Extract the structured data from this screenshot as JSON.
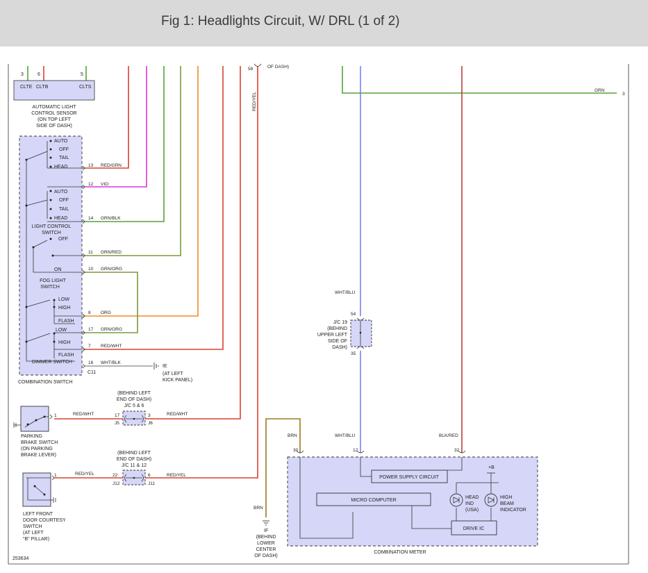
{
  "header": {
    "title": "Fig 1: Headlights Circuit, W/ DRL (1 of 2)"
  },
  "colors": {
    "red": "#d9412e",
    "magenta": "#e032d6",
    "green": "#52a336",
    "olive": "#7a9a3a",
    "orange": "#ee8a28",
    "darkred": "#b8403a",
    "blue": "#6c6cf0",
    "brown": "#9a7a1e",
    "component_fill": "#d6d6f8",
    "header_bg": "#d9d9d9"
  },
  "diagram": {
    "top_pins": [
      "3",
      "6",
      "5",
      "58",
      "OF DASH)"
    ],
    "sensor": {
      "terminals": [
        "CLTE",
        "CLTB",
        "CLTS"
      ],
      "name": [
        "AUTOMATIC LIGHT",
        "CONTROL SENSOR",
        "(ON TOP LEFT",
        "SIDE OF DASH)"
      ]
    },
    "combo_switch": {
      "upper_positions": [
        "AUTO",
        "OFF",
        "TAIL",
        "HEAD"
      ],
      "lower_positions": [
        "AUTO",
        "OFF",
        "TAIL",
        "HEAD"
      ],
      "light_control_label": [
        "LIGHT CONTROL",
        "SWITCH"
      ],
      "fog_positions": [
        "OFF",
        "ON"
      ],
      "fog_label": [
        "FOG LIGHT",
        "SWITCH"
      ],
      "dimmer_upper": [
        "LOW",
        "HIGH",
        "FLASH"
      ],
      "dimmer_lower": [
        "LOW",
        "HIGH",
        "FLASH"
      ],
      "dimmer_label": "DIMMER SWITCH",
      "connector": "C11",
      "name": "COMBINATION SWITCH"
    },
    "wires": [
      {
        "pin": "13",
        "color": "RED/GRN"
      },
      {
        "pin": "12",
        "color": "VIO"
      },
      {
        "pin": "14",
        "color": "GRN/BLK"
      },
      {
        "pin": "11",
        "color": "GRN/RED"
      },
      {
        "pin": "10",
        "color": "GRN/ORG"
      },
      {
        "pin": "8",
        "color": "ORG"
      },
      {
        "pin": "17",
        "color": "GRN/ORG"
      },
      {
        "pin": "7",
        "color": "RED/WHT"
      },
      {
        "pin": "16",
        "color": "WHT/BLK"
      }
    ],
    "ground_ie": {
      "id": "IE",
      "lines": [
        "(AT LEFT",
        "KICK PANEL)"
      ]
    },
    "vertical_red_yel": "RED/YEL",
    "grn_right": {
      "label": "GRN",
      "pin": "3"
    },
    "jc19": {
      "top_label": "WHT/BLU",
      "pin_top": "54",
      "pin_bottom": "35",
      "lines": [
        "J/C 19",
        "(BEHIND",
        "UPPER LEFT",
        "SIDE OF",
        "DASH)"
      ]
    },
    "parking_brake": {
      "pin": "1",
      "wire_left": "RED/WHT",
      "jc_lines": [
        "(BEHIND LEFT",
        "END OF DASH)",
        "J/C 5 & 6"
      ],
      "jc_pin_in": "17",
      "jc_pin_out": "3",
      "jc_conn_in": "J5",
      "jc_conn_out": "J6",
      "wire_right": "RED/WHT",
      "name": [
        "PARKING",
        "BRAKE SWITCH",
        "(ON PARKING",
        "BRAKE LEVER)"
      ]
    },
    "door_switch": {
      "pin": "1",
      "wire_left": "RED/YEL",
      "jc_lines": [
        "(BEHIND LEFT",
        "END OF DASH)",
        "J/C 11 & 12"
      ],
      "jc_pin_in": "22",
      "jc_pin_out": "6",
      "jc_conn_in": "J12",
      "jc_conn_out": "J11",
      "wire_right": "RED/YEL",
      "name": [
        "LEFT FRONT",
        "DOOR COURTESY",
        "SWITCH",
        "(AT LEFT",
        "\"B\" PILLAR)"
      ]
    },
    "ground_if": {
      "wire": "BRN",
      "id": "IF",
      "lines": [
        "(BEHIND",
        "LOWER",
        "CENTER",
        "OF DASH)"
      ]
    },
    "meter": {
      "wire_labels": [
        "BRN",
        "WHT/BLU",
        "BLK/RED"
      ],
      "pins": [
        "30",
        "12",
        "32"
      ],
      "power_supply": "POWER SUPPLY CIRCUIT",
      "micro_computer": "MICRO COMPUTER",
      "plus_b": "+B",
      "head_ind": [
        "HEAD",
        "IND",
        "(USA)"
      ],
      "high_beam": [
        "HIGH",
        "BEAM",
        "INDICATOR"
      ],
      "drive_ic": "DRIVE IC",
      "name": "COMBINATION METER"
    },
    "figure_id": "253634"
  }
}
